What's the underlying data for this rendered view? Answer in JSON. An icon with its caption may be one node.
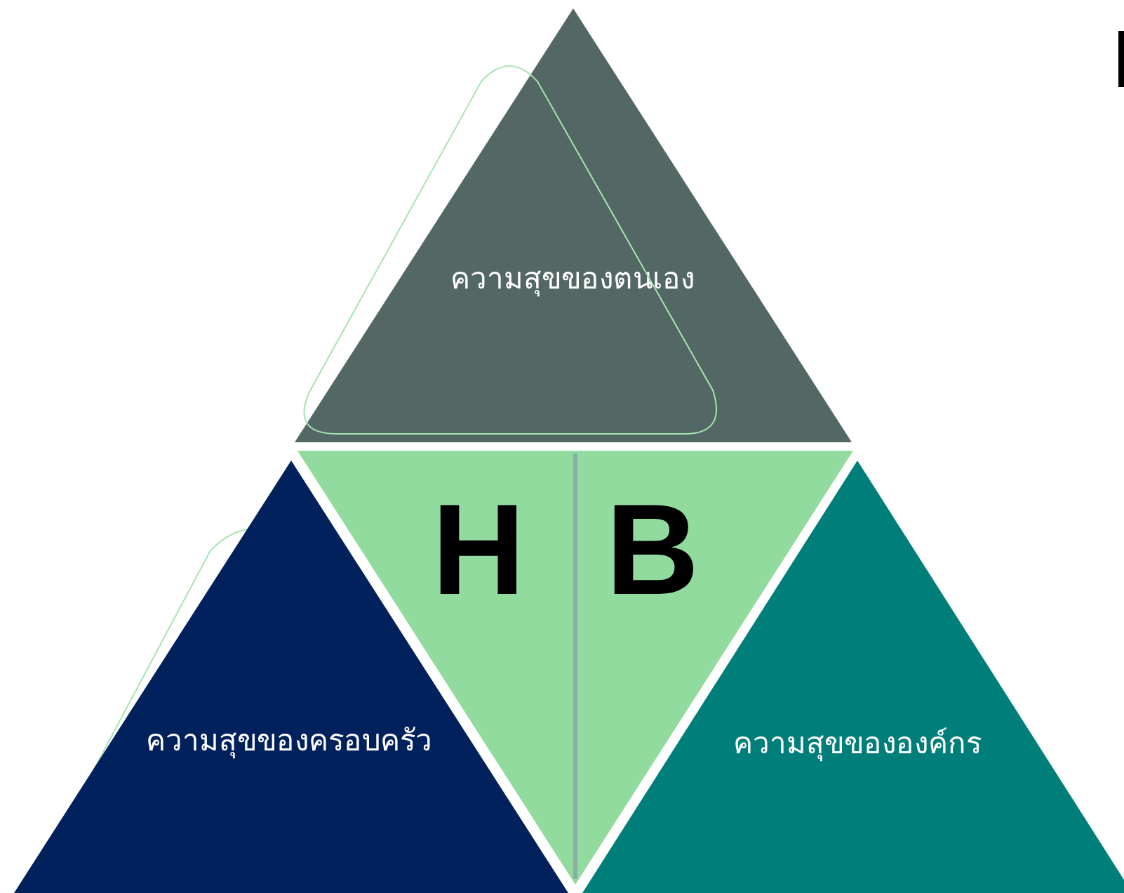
{
  "diagram": {
    "nodes": [
      {
        "text": [
          "ความสุขของตนเอง"
        ]
      },
      {
        "text": [
          "H",
          "B"
        ]
      },
      {
        "text": [
          "ความสุขของครอบครัว"
        ]
      },
      {
        "text": [
          "ความสุขขององค์กร"
        ]
      }
    ]
  }
}
